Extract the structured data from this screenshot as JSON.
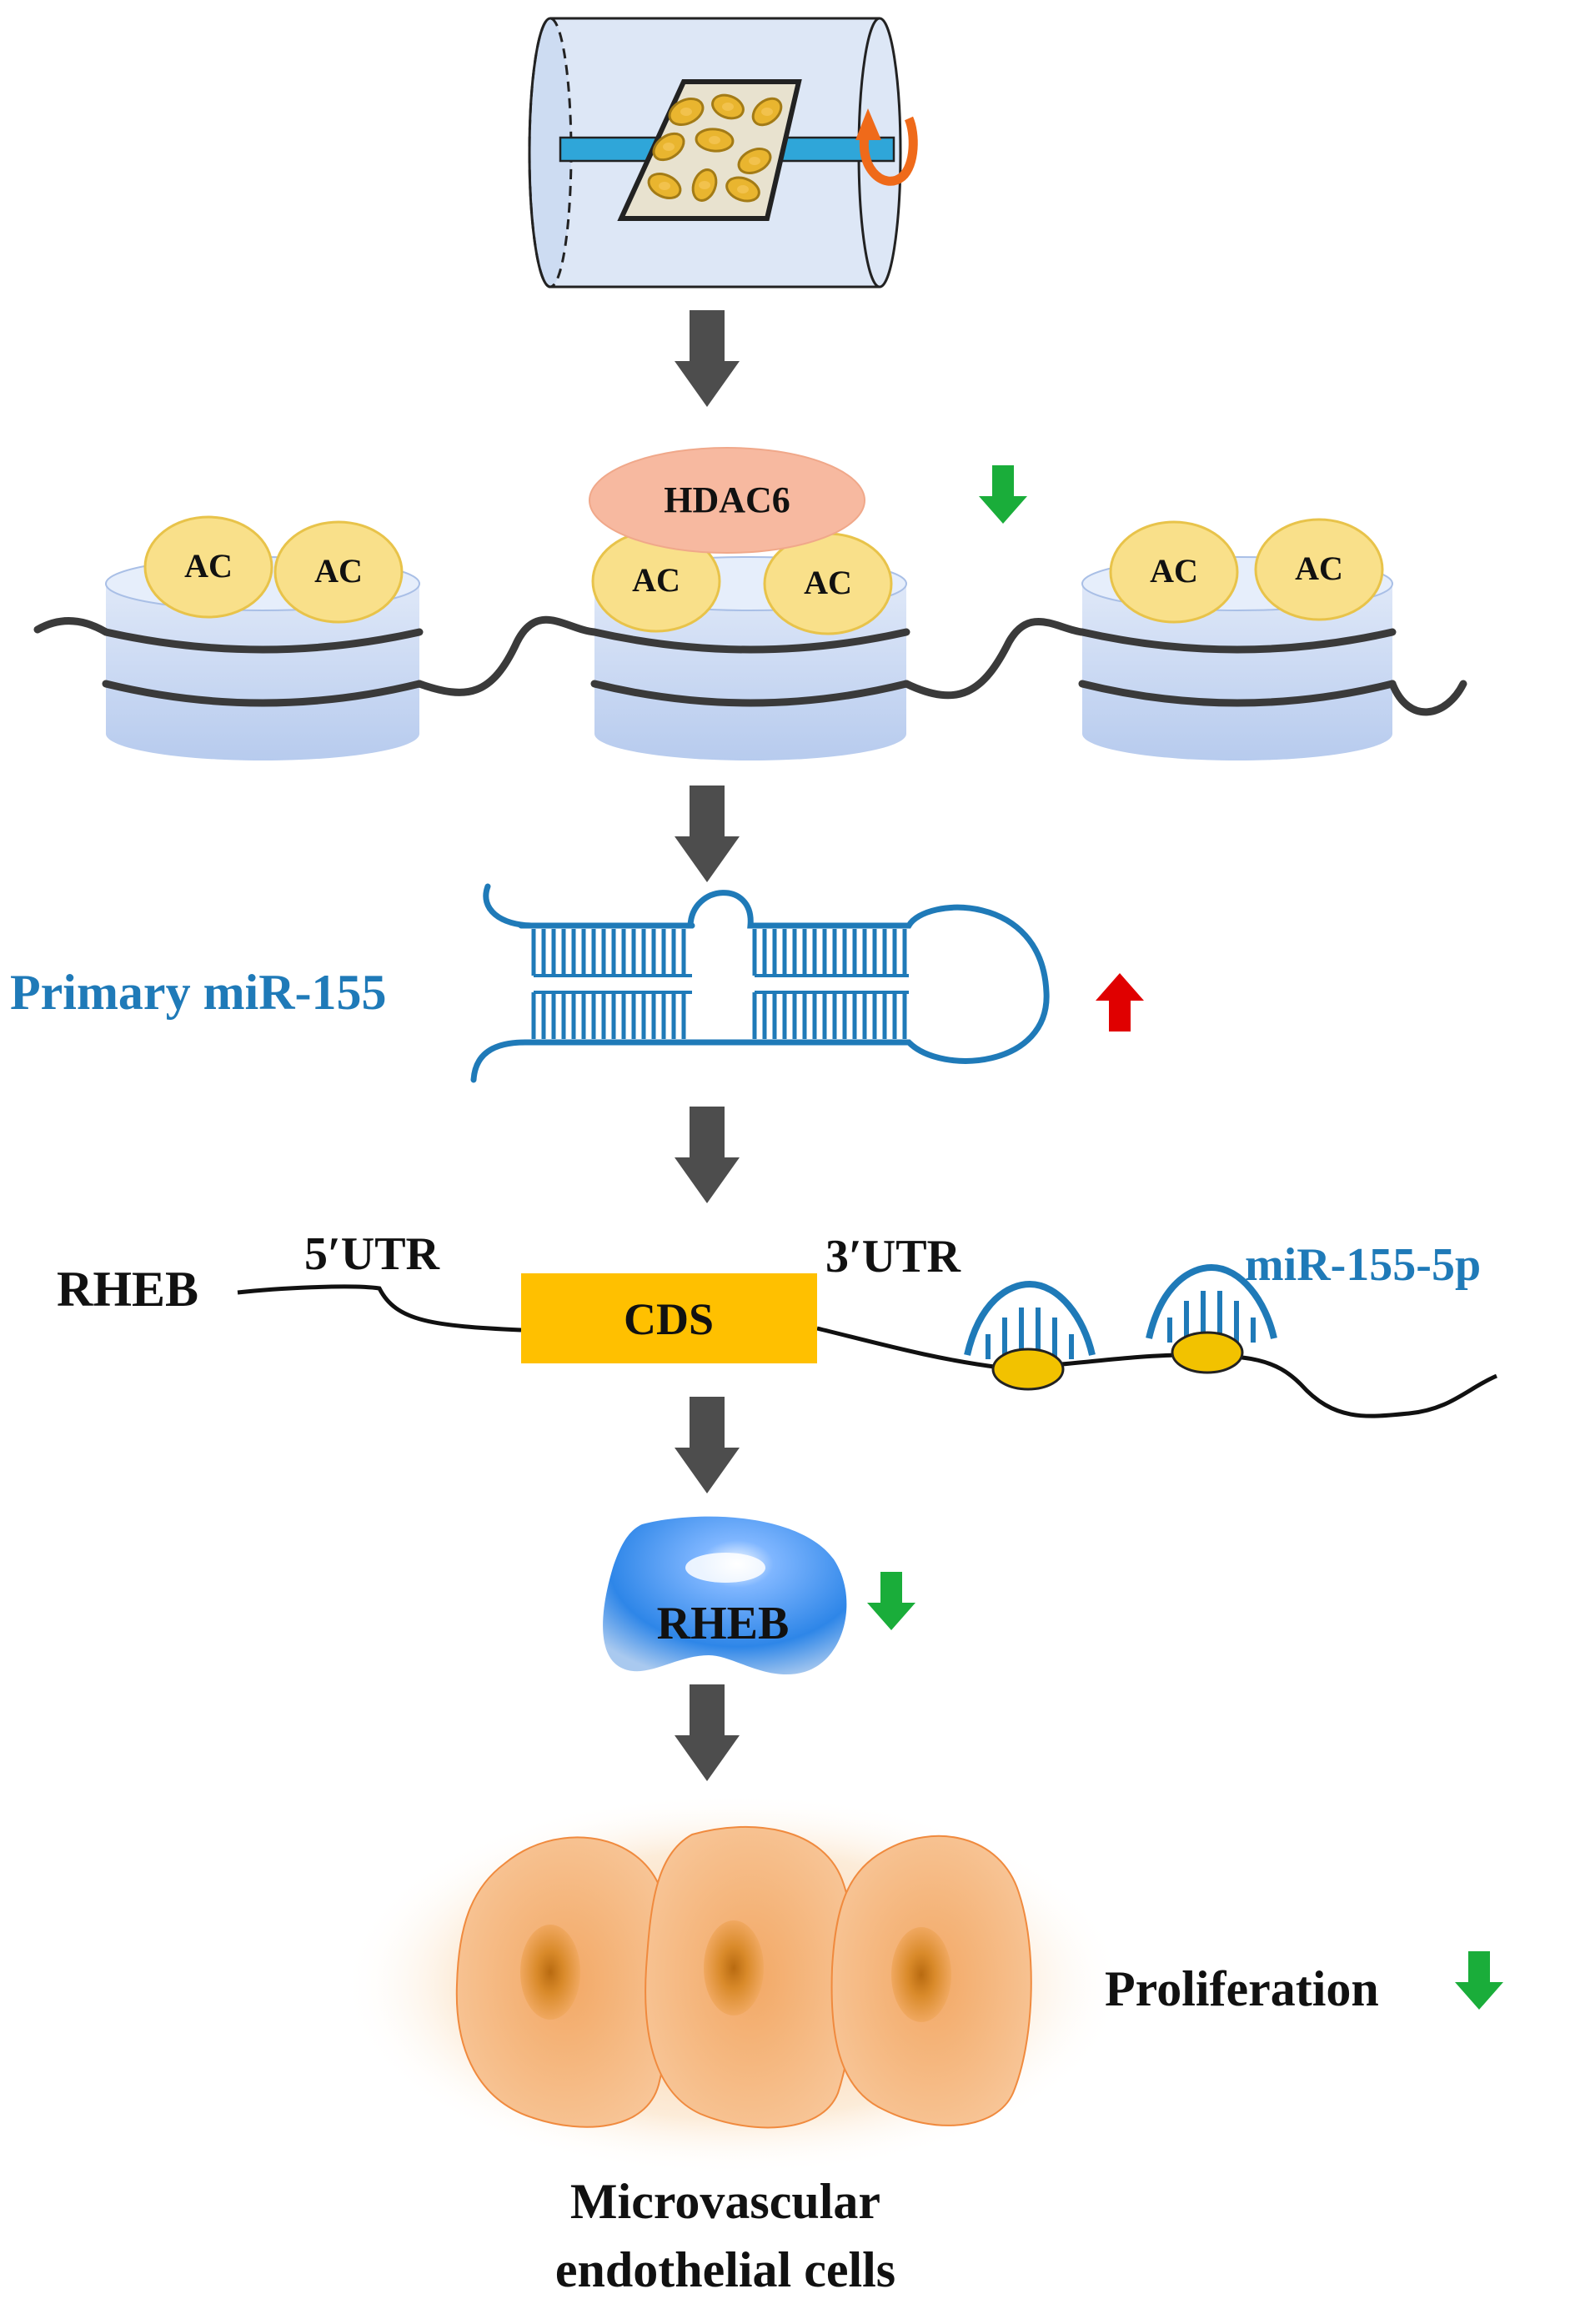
{
  "labels": {
    "hdac6": "HDAC6",
    "acetyl": "AC",
    "primary_mir": "Primary miR-155",
    "rheb_gene": "RHEB",
    "utr5": "5′UTR",
    "utr3": "3′UTR",
    "cds": "CDS",
    "mir_5p": "miR-155-5p",
    "rheb_protein": "RHEB",
    "proliferation": "Proliferation",
    "cells_line1": "Microvascular",
    "cells_line2": "endothelial cells"
  },
  "colors": {
    "flow_arrow": "#4d4d4d",
    "down_arrow": "#1aad3a",
    "up_arrow": "#e00000",
    "mirna_blue": "#1f7ab8",
    "acetyl_fill": "#f9e08a",
    "hdac6_fill": "#f7b9a0",
    "cds_fill": "#ffc000",
    "nucleosome_fill": "#c9d8f2",
    "cell_fill": "#f5b886"
  }
}
